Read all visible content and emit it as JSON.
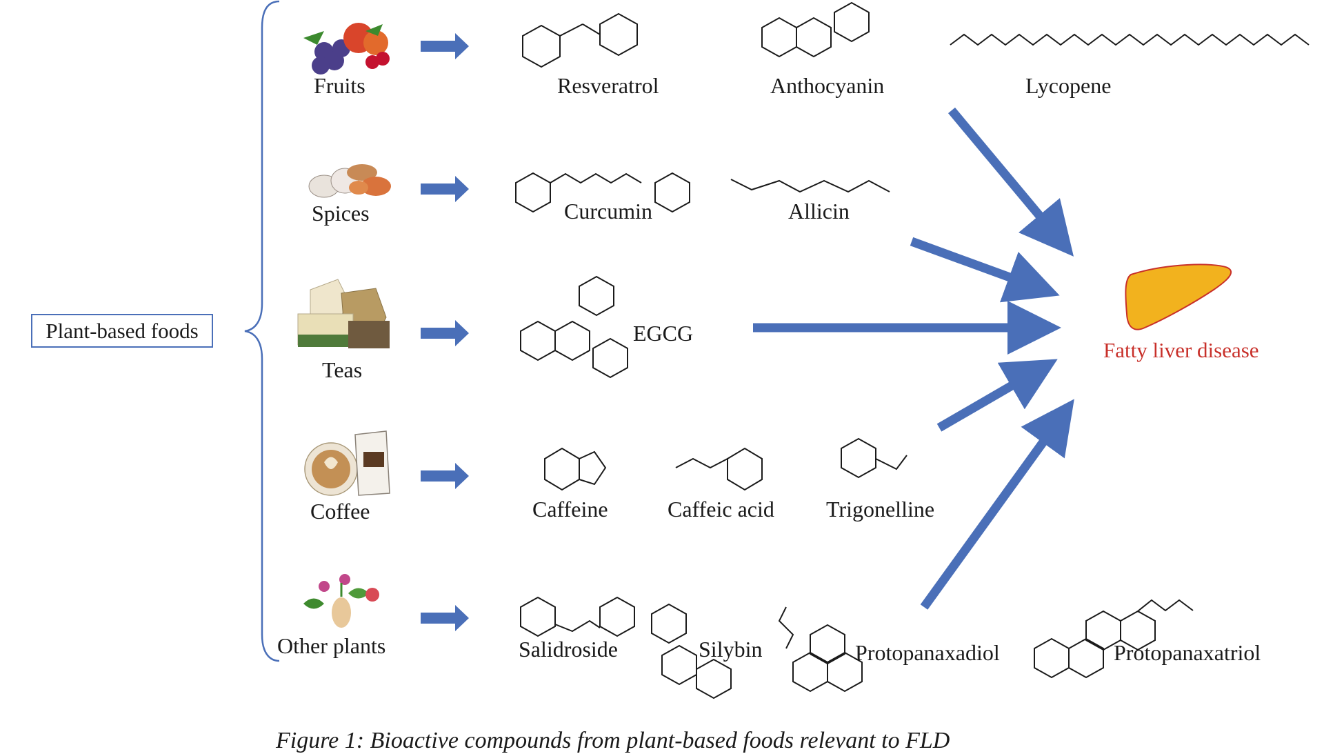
{
  "root": "Plant-based foods",
  "target": "Fatty liver disease",
  "categories": [
    {
      "name": "Fruits",
      "compounds": [
        "Resveratrol",
        "Anthocyanin",
        "Lycopene"
      ]
    },
    {
      "name": "Spices",
      "compounds": [
        "Curcumin",
        "Allicin"
      ]
    },
    {
      "name": "Teas",
      "compounds": [
        "EGCG"
      ]
    },
    {
      "name": "Coffee",
      "compounds": [
        "Caffeine",
        "Caffeic acid",
        "Trigonelline"
      ]
    },
    {
      "name": "Other plants",
      "compounds": [
        "Salidroside",
        "Silybin",
        "Protopanaxadiol",
        "Protopanaxatriol"
      ]
    }
  ],
  "caption": "Figure 1: Bioactive compounds from plant-based foods relevant to FLD",
  "colors": {
    "arrow": "#4a6fb8",
    "brace": "#4a6fb8",
    "target_text": "#c8302a",
    "liver": "#f2b21e",
    "liver_outline": "#c8302a"
  }
}
